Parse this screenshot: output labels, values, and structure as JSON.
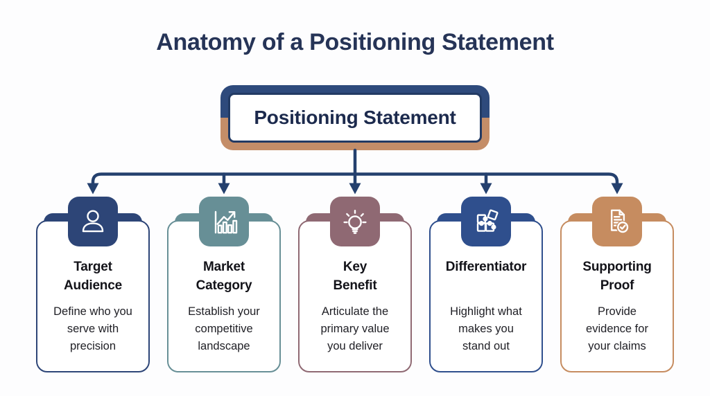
{
  "title": "Anatomy of a Positioning Statement",
  "root_box": {
    "label": "Positioning Statement"
  },
  "colors": {
    "background": "#fdfdfe",
    "main_title": "#263457",
    "root_navy": "#2e4a7c",
    "root_copper": "#c48d68",
    "arrow": "#24406e",
    "card_title": "#131319",
    "card_text": "#202026"
  },
  "cards": [
    {
      "title": "Target Audience",
      "description": "Define who you serve with precision",
      "color": "#2d4577",
      "icon": "person-icon"
    },
    {
      "title": "Market Category",
      "description": "Establish your competitive landscape",
      "color": "#678f96",
      "icon": "bar-chart-icon"
    },
    {
      "title": "Key Benefit",
      "description": "Articulate the primary value you deliver",
      "color": "#8f6973",
      "icon": "lightbulb-icon"
    },
    {
      "title": "Differentiator",
      "description": "Highlight what makes you stand out",
      "color": "#2f4f8d",
      "icon": "puzzle-icon"
    },
    {
      "title": "Supporting Proof",
      "description": "Provide evidence for your claims",
      "color": "#c68c60",
      "icon": "document-check-icon"
    }
  ]
}
